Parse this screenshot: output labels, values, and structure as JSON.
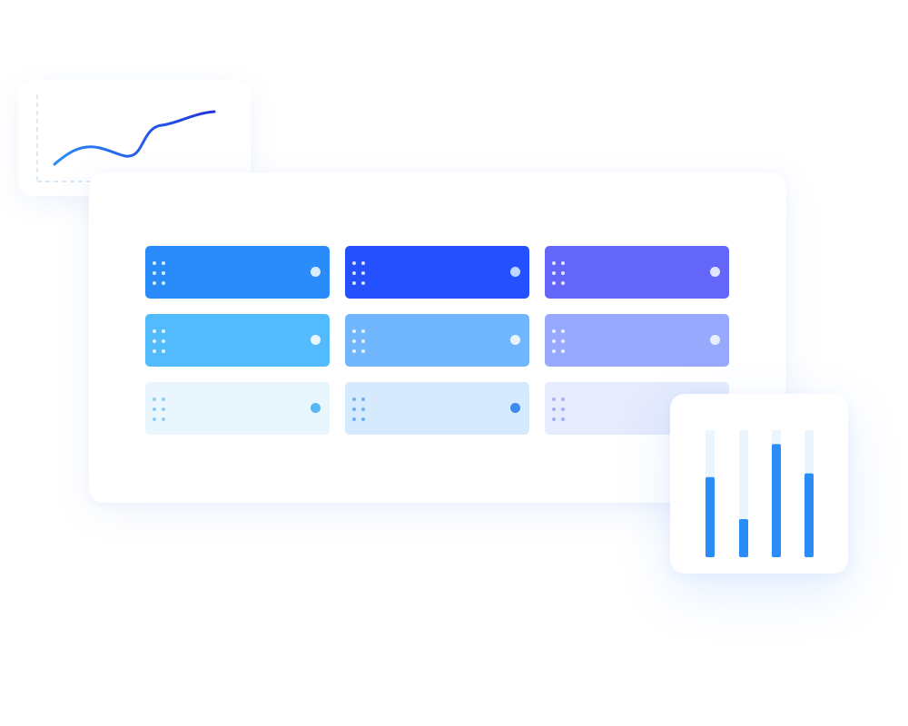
{
  "colors": {
    "background": "#ffffff",
    "card": "#ffffff",
    "line_gradient_start": "#2a8cf5",
    "line_gradient_end": "#2434d8",
    "line_axis": "#b9dcf7",
    "bar_track": "#eaf5fd",
    "bar_fill": "#2a8cf5"
  },
  "tiles": [
    {
      "name": "tile-row1-col1",
      "bg": "#2a8cfa",
      "grip": "#d8ecff",
      "dot": "#d8ecff"
    },
    {
      "name": "tile-row1-col2",
      "bg": "#2450fd",
      "grip": "#d6e4ff",
      "dot": "#b9d7ff"
    },
    {
      "name": "tile-row1-col3",
      "bg": "#6366f8",
      "grip": "#e2e3ff",
      "dot": "#e2e3ff"
    },
    {
      "name": "tile-row2-col1",
      "bg": "#51bbfd",
      "grip": "#e8f6ff",
      "dot": "#e8f6ff"
    },
    {
      "name": "tile-row2-col2",
      "bg": "#6fb6fd",
      "grip": "#e8f3ff",
      "dot": "#e8f3ff"
    },
    {
      "name": "tile-row2-col3",
      "bg": "#96a9fc",
      "grip": "#eaeeff",
      "dot": "#eaeeff"
    },
    {
      "name": "tile-row3-col1",
      "bg": "#e9f6fd",
      "grip": "#8fcdf5",
      "dot": "#5ab6f3"
    },
    {
      "name": "tile-row3-col2",
      "bg": "#d6eafd",
      "grip": "#6eaef3",
      "dot": "#3f88ee"
    },
    {
      "name": "tile-row3-col3",
      "bg": "#e6ebfd",
      "grip": "#a4b0f5",
      "dot": "#a4b0f5"
    }
  ],
  "bar_levels": [
    0.63,
    0.3,
    0.89,
    0.66
  ],
  "icons": {
    "grip": "drag-handle-icon",
    "status": "status-dot-icon"
  }
}
